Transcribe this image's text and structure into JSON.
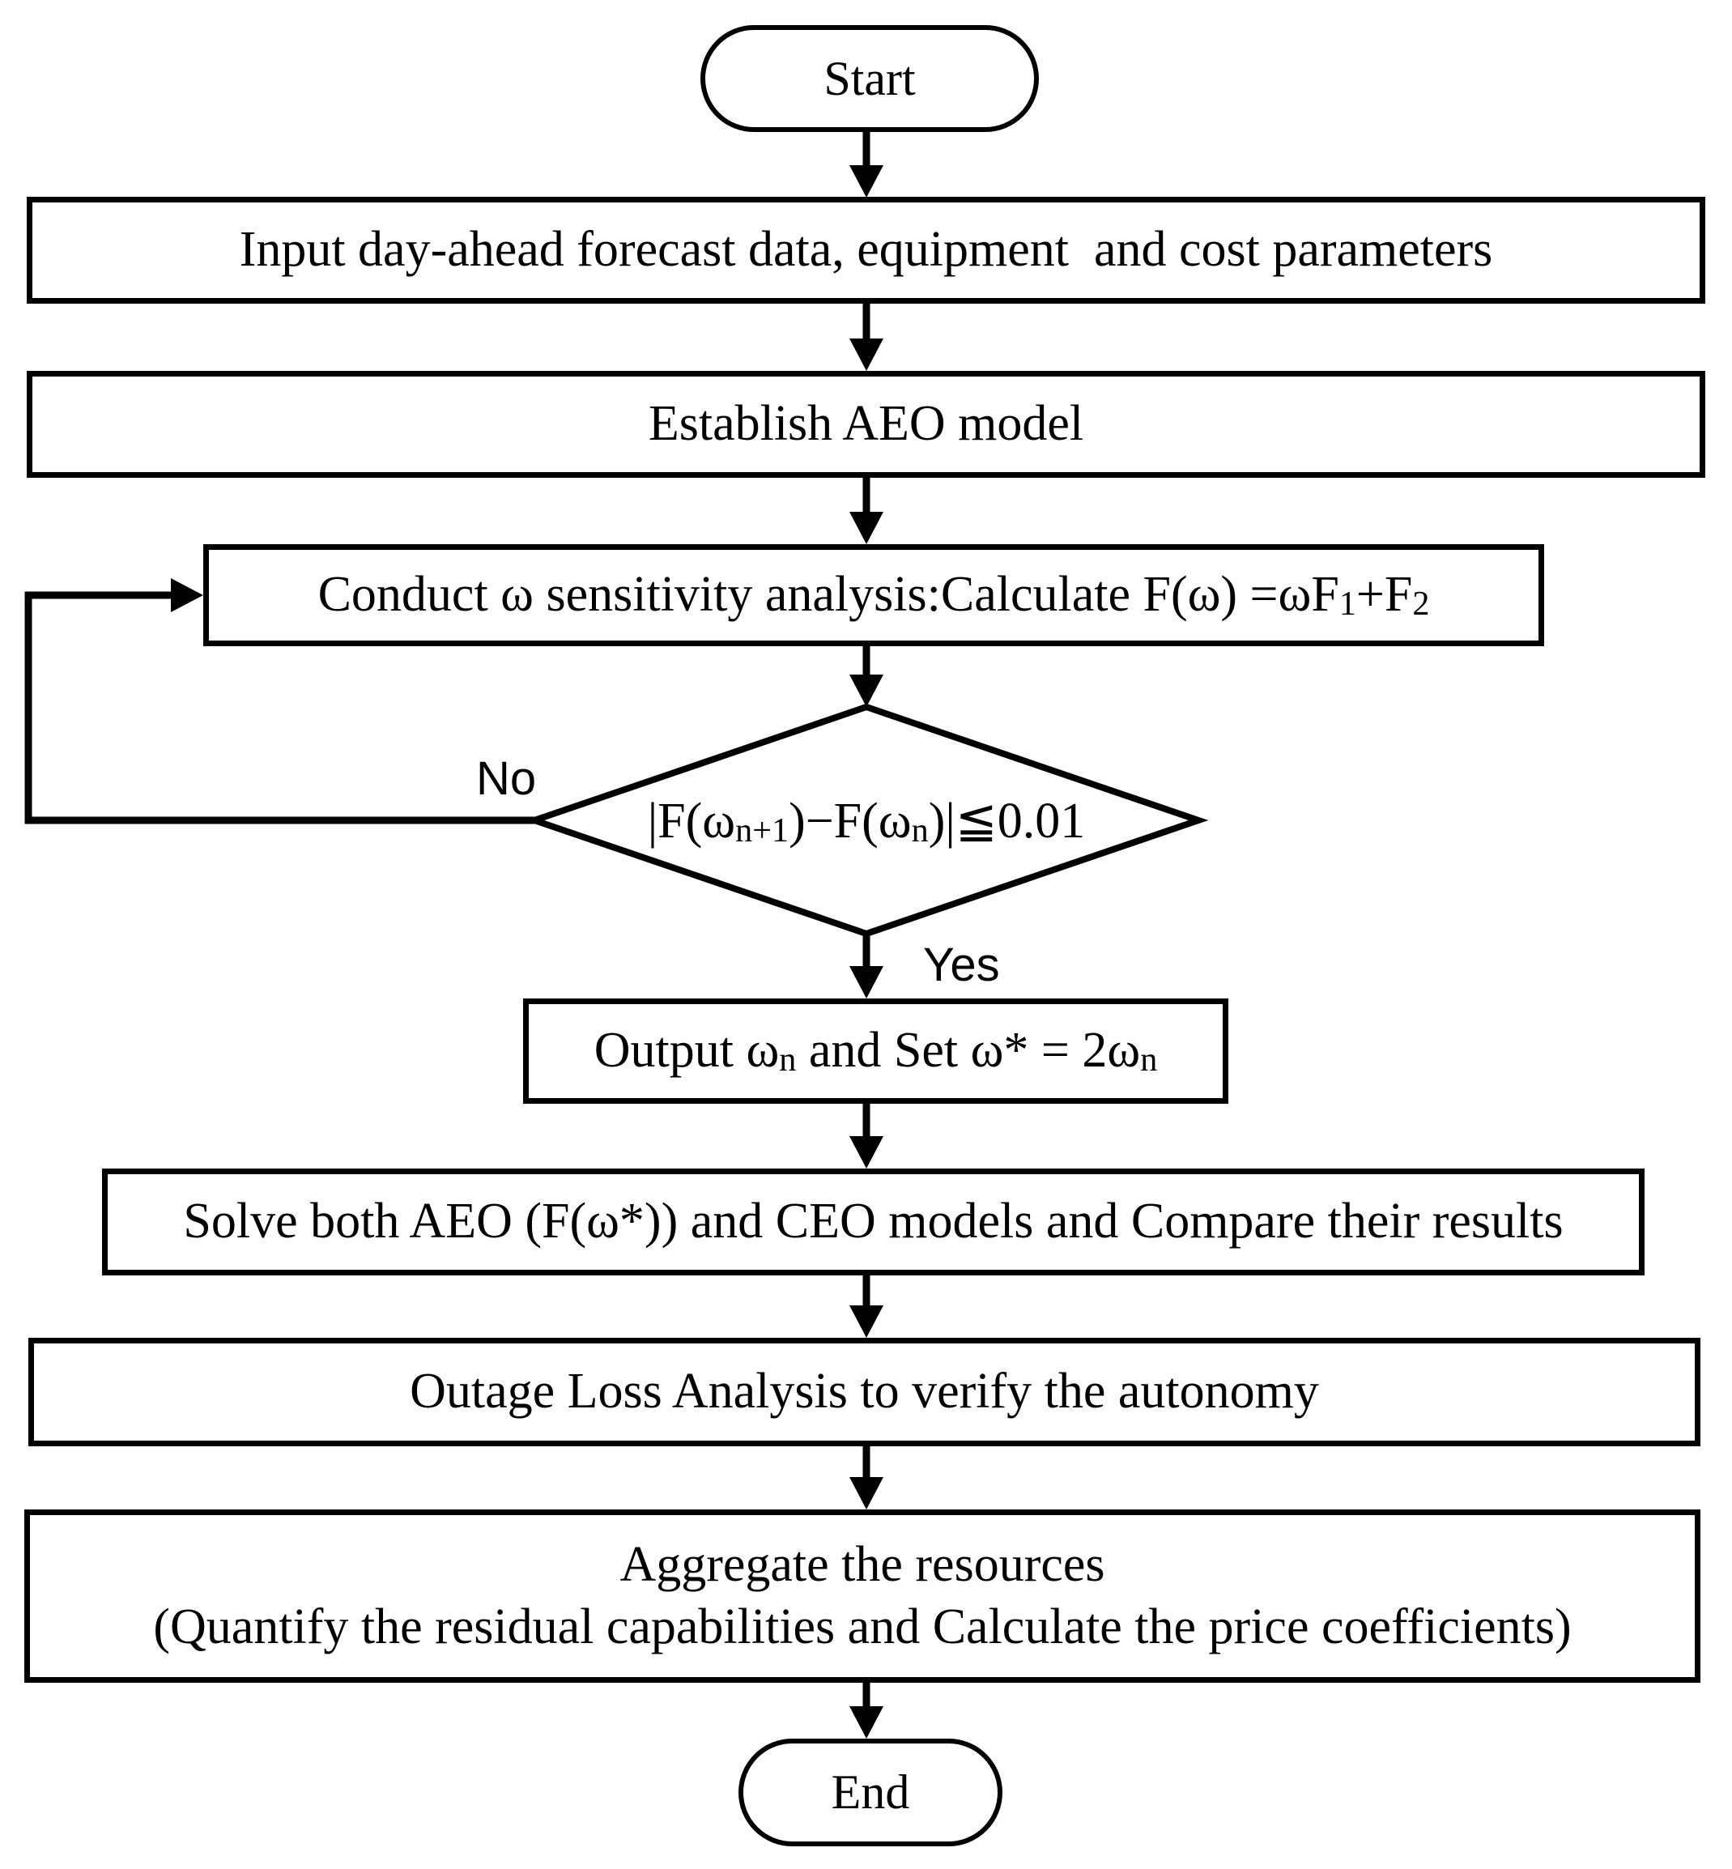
{
  "flowchart": {
    "nodes": {
      "start": {
        "label": "Start"
      },
      "input": {
        "label": "Input day-ahead forecast data, equipment  and cost parameters"
      },
      "establish": {
        "label": "Establish AEO model"
      },
      "conduct": {
        "label_html": "Conduct ω sensitivity analysis:Calculate F(ω) =ωF<sub>1</sub>+F<sub>2</sub>"
      },
      "decision": {
        "label_html": "|F(ω<sub>n+1</sub>)−F(ω<sub>n</sub>)|≦0.01"
      },
      "output": {
        "label_html": "Output ω<sub>n</sub> and Set ω* = 2ω<sub>n</sub>"
      },
      "solve": {
        "label": "Solve both AEO (F(ω*)) and CEO models and Compare their results"
      },
      "outage": {
        "label": "Outage Loss Analysis to verify the autonomy"
      },
      "aggregate": {
        "line1": "Aggregate the resources",
        "line2": "(Quantify the residual capabilities and Calculate the price coefficients)"
      },
      "end": {
        "label": "End"
      }
    },
    "edge_labels": {
      "no": "No",
      "yes": "Yes"
    },
    "colors": {
      "stroke": "#000000",
      "fill": "#ffffff",
      "text": "#000000"
    }
  }
}
